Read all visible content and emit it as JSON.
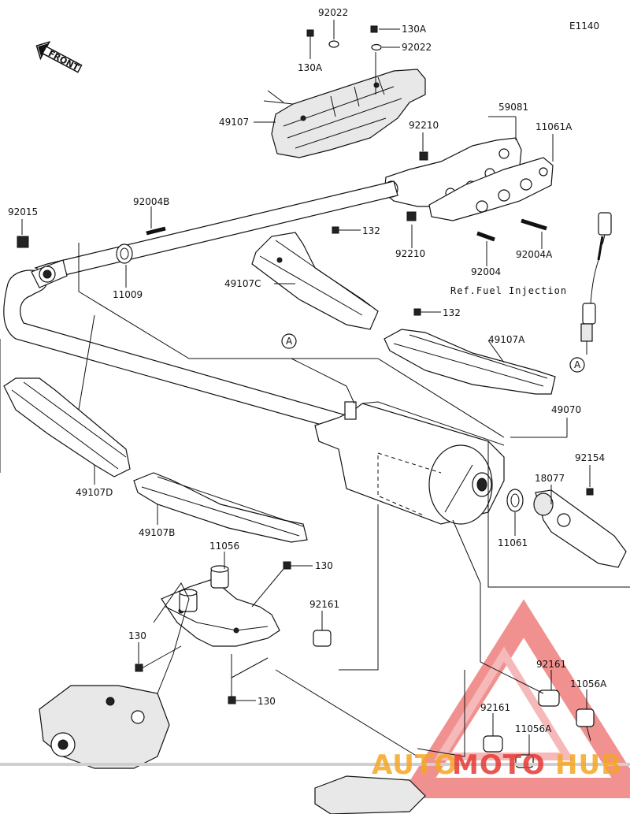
{
  "diagram_code": "E1140",
  "front_label": "FRONT",
  "ref_note": "Ref.Fuel Injection",
  "callouts": [
    "A",
    "A"
  ],
  "parts": {
    "p92022_top": "92022",
    "p130A_a": "130A",
    "p130A_b": "130A",
    "p92022_b": "92022",
    "p49107": "49107",
    "p59081": "59081",
    "p11061A": "11061A",
    "p92210_a": "92210",
    "p92210_b": "92210",
    "p92004B": "92004B",
    "p92015": "92015",
    "p11009": "11009",
    "p132_a": "132",
    "p132_b": "132",
    "p49107C": "49107C",
    "p92004": "92004",
    "p92004A": "92004A",
    "p49107A": "49107A",
    "p49070": "49070",
    "p92154": "92154",
    "p18077": "18077",
    "p11061": "11061",
    "p49107D": "49107D",
    "p49107B": "49107B",
    "p11056": "11056",
    "p130_a": "130",
    "p92161_a": "92161",
    "p130_b": "130",
    "p130_c": "130",
    "p92161_b": "92161",
    "p11056A_a": "11056A",
    "p92161_c": "92161",
    "p11056A_b": "11056A"
  },
  "watermark": {
    "part1": "AUTO",
    "part2": "MOTO",
    "part3": "HUB",
    "color_orange": "#f5a623",
    "color_red": "#e53935"
  }
}
